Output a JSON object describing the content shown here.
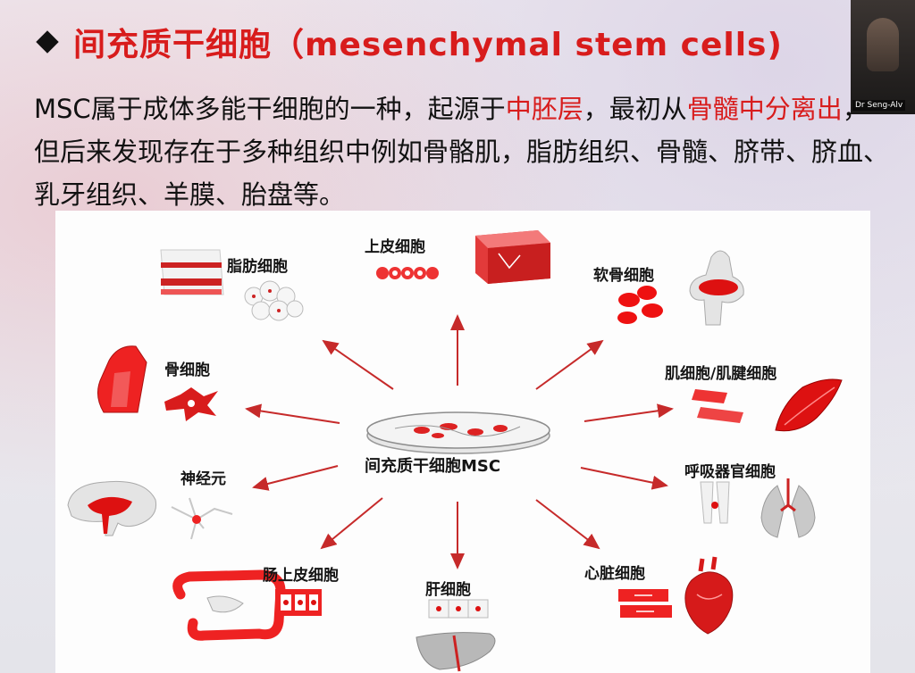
{
  "slide": {
    "title": "间充质干细胞（mesenchymal stem cells)",
    "paragraph": {
      "part1": "MSC属于成体多能干细胞的一种，起源于",
      "highlight1": "中胚层",
      "part2": "，最初从",
      "highlight2": "骨髓中分离出",
      "part3": "，但后来发现存在于多种组织中例如骨骼肌，脂肪组织、骨髓、脐带、脐血、乳牙组织、羊膜、胎盘等。"
    }
  },
  "webcam": {
    "name": "Dr Seng-Alv"
  },
  "diagram": {
    "center": "间充质干细胞MSC",
    "cells": {
      "adipocyte": "脂肪细胞",
      "epithelial": "上皮细胞",
      "chondrocyte": "软骨细胞",
      "osteocyte": "骨细胞",
      "myocyte": "肌细胞/肌腱细胞",
      "neuron": "神经元",
      "respiratory": "呼吸器官细胞",
      "intestinal": "肠上皮细胞",
      "hepatocyte": "肝细胞",
      "cardiac": "心脏细胞"
    }
  },
  "colors": {
    "accent": "#d81c1c",
    "text": "#111111"
  }
}
